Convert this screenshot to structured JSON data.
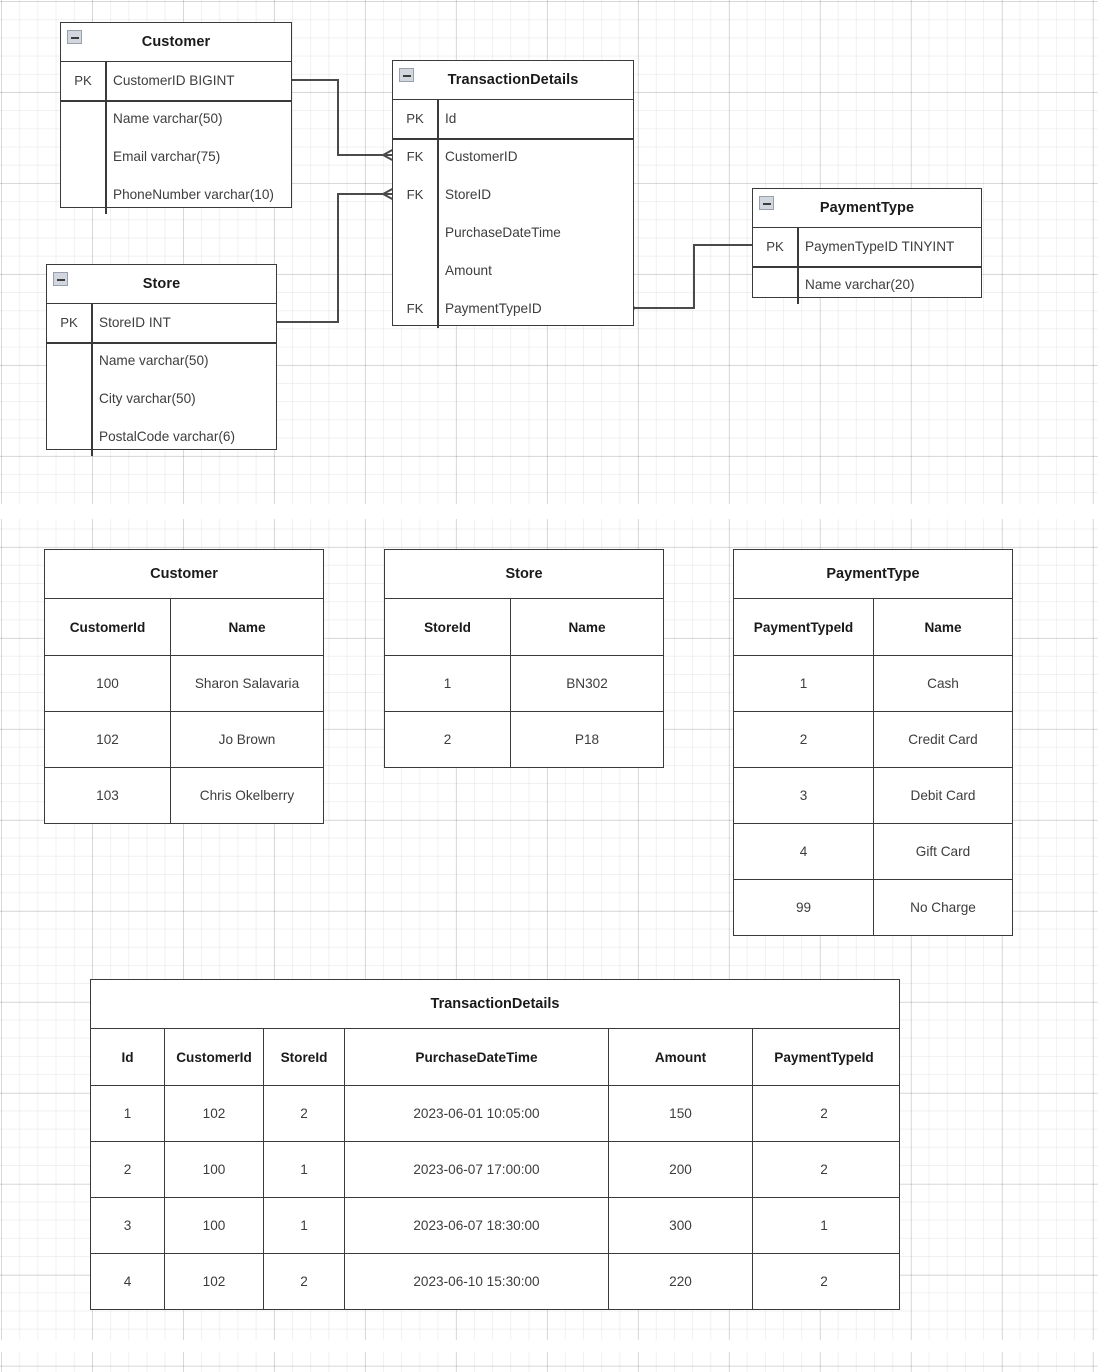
{
  "diagram": {
    "collapse_icon": "minus-collapse-icon",
    "entities": [
      {
        "name": "Customer",
        "fields": [
          {
            "key": "PK",
            "label": "CustomerID BIGINT"
          },
          {
            "key": "",
            "label": "Name  varchar(50)"
          },
          {
            "key": "",
            "label": "Email  varchar(75)"
          },
          {
            "key": "",
            "label": "PhoneNumber varchar(10)"
          }
        ]
      },
      {
        "name": "TransactionDetails",
        "fields": [
          {
            "key": "PK",
            "label": "Id"
          },
          {
            "key": "FK",
            "label": "CustomerID"
          },
          {
            "key": "FK",
            "label": "StoreID"
          },
          {
            "key": "",
            "label": "PurchaseDateTime"
          },
          {
            "key": "",
            "label": "Amount"
          },
          {
            "key": "FK",
            "label": "PaymentTypeID"
          }
        ]
      },
      {
        "name": "Store",
        "fields": [
          {
            "key": "PK",
            "label": "StoreID  INT"
          },
          {
            "key": "",
            "label": "Name  varchar(50)"
          },
          {
            "key": "",
            "label": "City  varchar(50)"
          },
          {
            "key": "",
            "label": "PostalCode  varchar(6)"
          }
        ]
      },
      {
        "name": "PaymentType",
        "fields": [
          {
            "key": "PK",
            "label": "PaymenTypeID  TINYINT"
          },
          {
            "key": "",
            "label": "Name  varchar(20)"
          }
        ]
      }
    ],
    "relationships": [
      {
        "from": "Customer.CustomerID",
        "to": "TransactionDetails.CustomerID",
        "notation": "crows-foot"
      },
      {
        "from": "Store.StoreID",
        "to": "TransactionDetails.StoreID",
        "notation": "crows-foot"
      },
      {
        "from": "TransactionDetails.PaymentTypeID",
        "to": "PaymentType.PaymenTypeID",
        "notation": "crows-foot"
      }
    ]
  },
  "tables": {
    "customer": {
      "title": "Customer",
      "columns": [
        "CustomerId",
        "Name"
      ],
      "rows": [
        [
          "100",
          "Sharon Salavaria"
        ],
        [
          "102",
          "Jo Brown"
        ],
        [
          "103",
          "Chris Okelberry"
        ]
      ]
    },
    "store": {
      "title": "Store",
      "columns": [
        "StoreId",
        "Name"
      ],
      "rows": [
        [
          "1",
          "BN302"
        ],
        [
          "2",
          "P18"
        ]
      ]
    },
    "payment_type": {
      "title": "PaymentType",
      "columns": [
        "PaymentTypeId",
        "Name"
      ],
      "rows": [
        [
          "1",
          "Cash"
        ],
        [
          "2",
          "Credit Card"
        ],
        [
          "3",
          "Debit Card"
        ],
        [
          "4",
          "Gift Card"
        ],
        [
          "99",
          "No Charge"
        ]
      ]
    },
    "transaction_details": {
      "title": "TransactionDetails",
      "columns": [
        "Id",
        "CustomerId",
        "StoreId",
        "PurchaseDateTime",
        "Amount",
        "PaymentTypeId"
      ],
      "rows": [
        [
          "1",
          "102",
          "2",
          "2023-06-01 10:05:00",
          "150",
          "2"
        ],
        [
          "2",
          "100",
          "1",
          "2023-06-07 17:00:00",
          "200",
          "2"
        ],
        [
          "3",
          "100",
          "1",
          "2023-06-07 18:30:00",
          "300",
          "1"
        ],
        [
          "4",
          "102",
          "2",
          "2023-06-10 15:30:00",
          "220",
          "2"
        ]
      ]
    }
  },
  "colors": {
    "stroke": "#3a3a3a",
    "text": "#3d3d3d",
    "heading": "#1a1a1a",
    "grid_minor": "rgba(0,0,0,0.055)",
    "grid_major": "rgba(0,0,0,0.105)",
    "collapse_fill": "#d2d6de"
  }
}
